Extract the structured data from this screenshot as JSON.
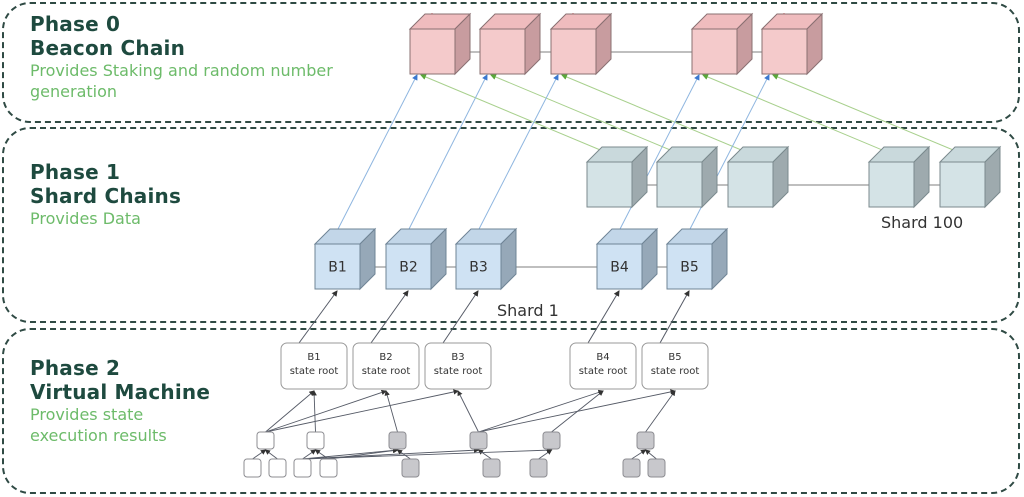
{
  "phases": [
    {
      "title_line1": "Phase 0",
      "title_line2": "Beacon Chain",
      "desc_line1": "Provides Staking and random number",
      "desc_line2": "generation"
    },
    {
      "title_line1": "Phase 1",
      "title_line2": "Shard Chains",
      "desc_line1": "Provides Data",
      "desc_line2": ""
    },
    {
      "title_line1": "Phase 2",
      "title_line2": "Virtual Machine",
      "desc_line1": "Provides state",
      "desc_line2": "execution results"
    }
  ],
  "beacon_chain": {
    "block_count": 5,
    "colors": {
      "front": "#f4cacb",
      "top": "#efbcbe",
      "side": "#c89c9f",
      "stroke": "#8a7072"
    }
  },
  "shard_100": {
    "label": "Shard 100",
    "block_count": 5,
    "colors": {
      "front": "#d4e3e6",
      "top": "#c9d9dc",
      "side": "#9eaaae",
      "stroke": "#7b8a8e"
    }
  },
  "shard_1": {
    "label": "Shard 1",
    "blocks": [
      "B1",
      "B2",
      "B3",
      "B4",
      "B5"
    ],
    "colors": {
      "front": "#cfe2f3",
      "top": "#c2d6e8",
      "side": "#96a8b8",
      "stroke": "#6f8496"
    }
  },
  "state_roots": [
    {
      "block": "B1",
      "label": "state root"
    },
    {
      "block": "B2",
      "label": "state root"
    },
    {
      "block": "B3",
      "label": "state root"
    },
    {
      "block": "B4",
      "label": "state root"
    },
    {
      "block": "B5",
      "label": "state root"
    }
  ],
  "link_colors": {
    "crosslink_shard1": "#8fb6e0",
    "crosslink_shard100": "#a8d08d",
    "chain": "#aaaaaa",
    "tree": "#555a66"
  },
  "tree_node_colors": {
    "white": "#ffffff",
    "gray": "#c8c8cc",
    "stroke": "#8d8d92"
  }
}
